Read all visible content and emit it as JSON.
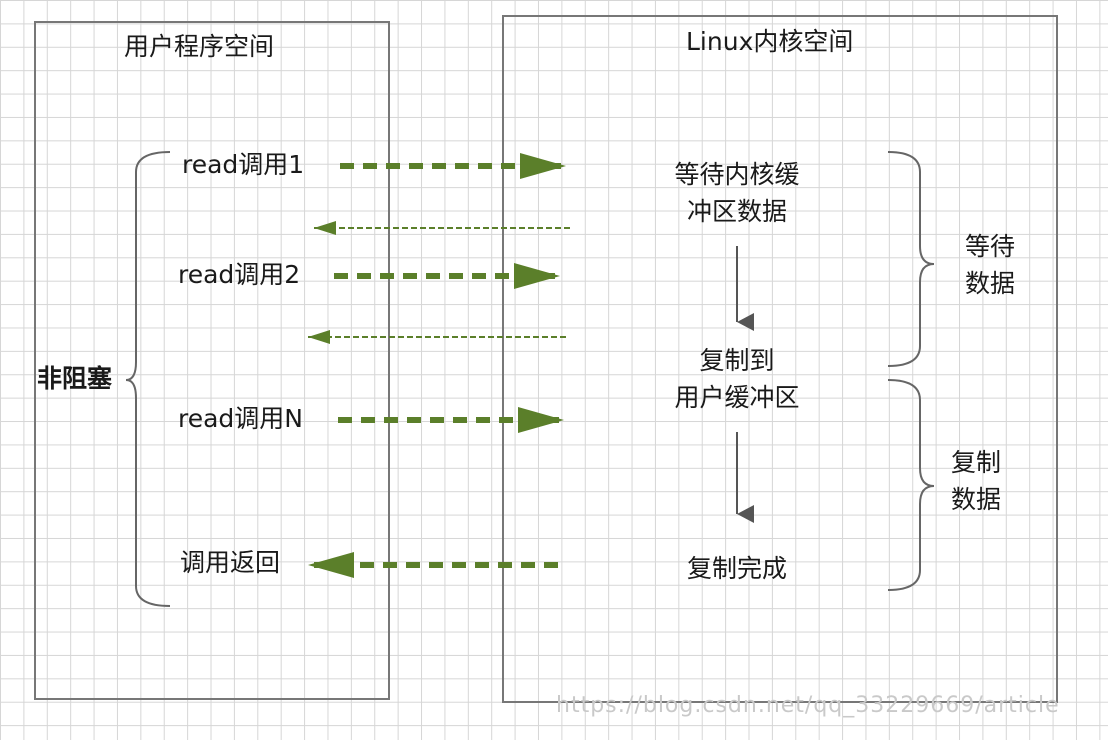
{
  "user_space": {
    "title": "用户程序空间"
  },
  "kernel_space": {
    "title": "Linux内核空间"
  },
  "left_brace_label": "非阻塞",
  "calls": [
    {
      "label": "read调用1"
    },
    {
      "label": "read调用2"
    },
    {
      "label": "read调用N"
    },
    {
      "label": "调用返回"
    }
  ],
  "kernel_steps": {
    "wait_buffer": "等待内核缓\n冲区数据",
    "copy_to_user": "复制到\n用户缓冲区",
    "copy_done": "复制完成"
  },
  "phases": {
    "wait": "等待\n数据",
    "copy": "复制\n数据"
  },
  "watermark": "https://blog.csdn.net/qq_33229669/article",
  "colors": {
    "arrow": "#5b7f2a",
    "box": "#777777",
    "text": "#1a1a1a"
  }
}
